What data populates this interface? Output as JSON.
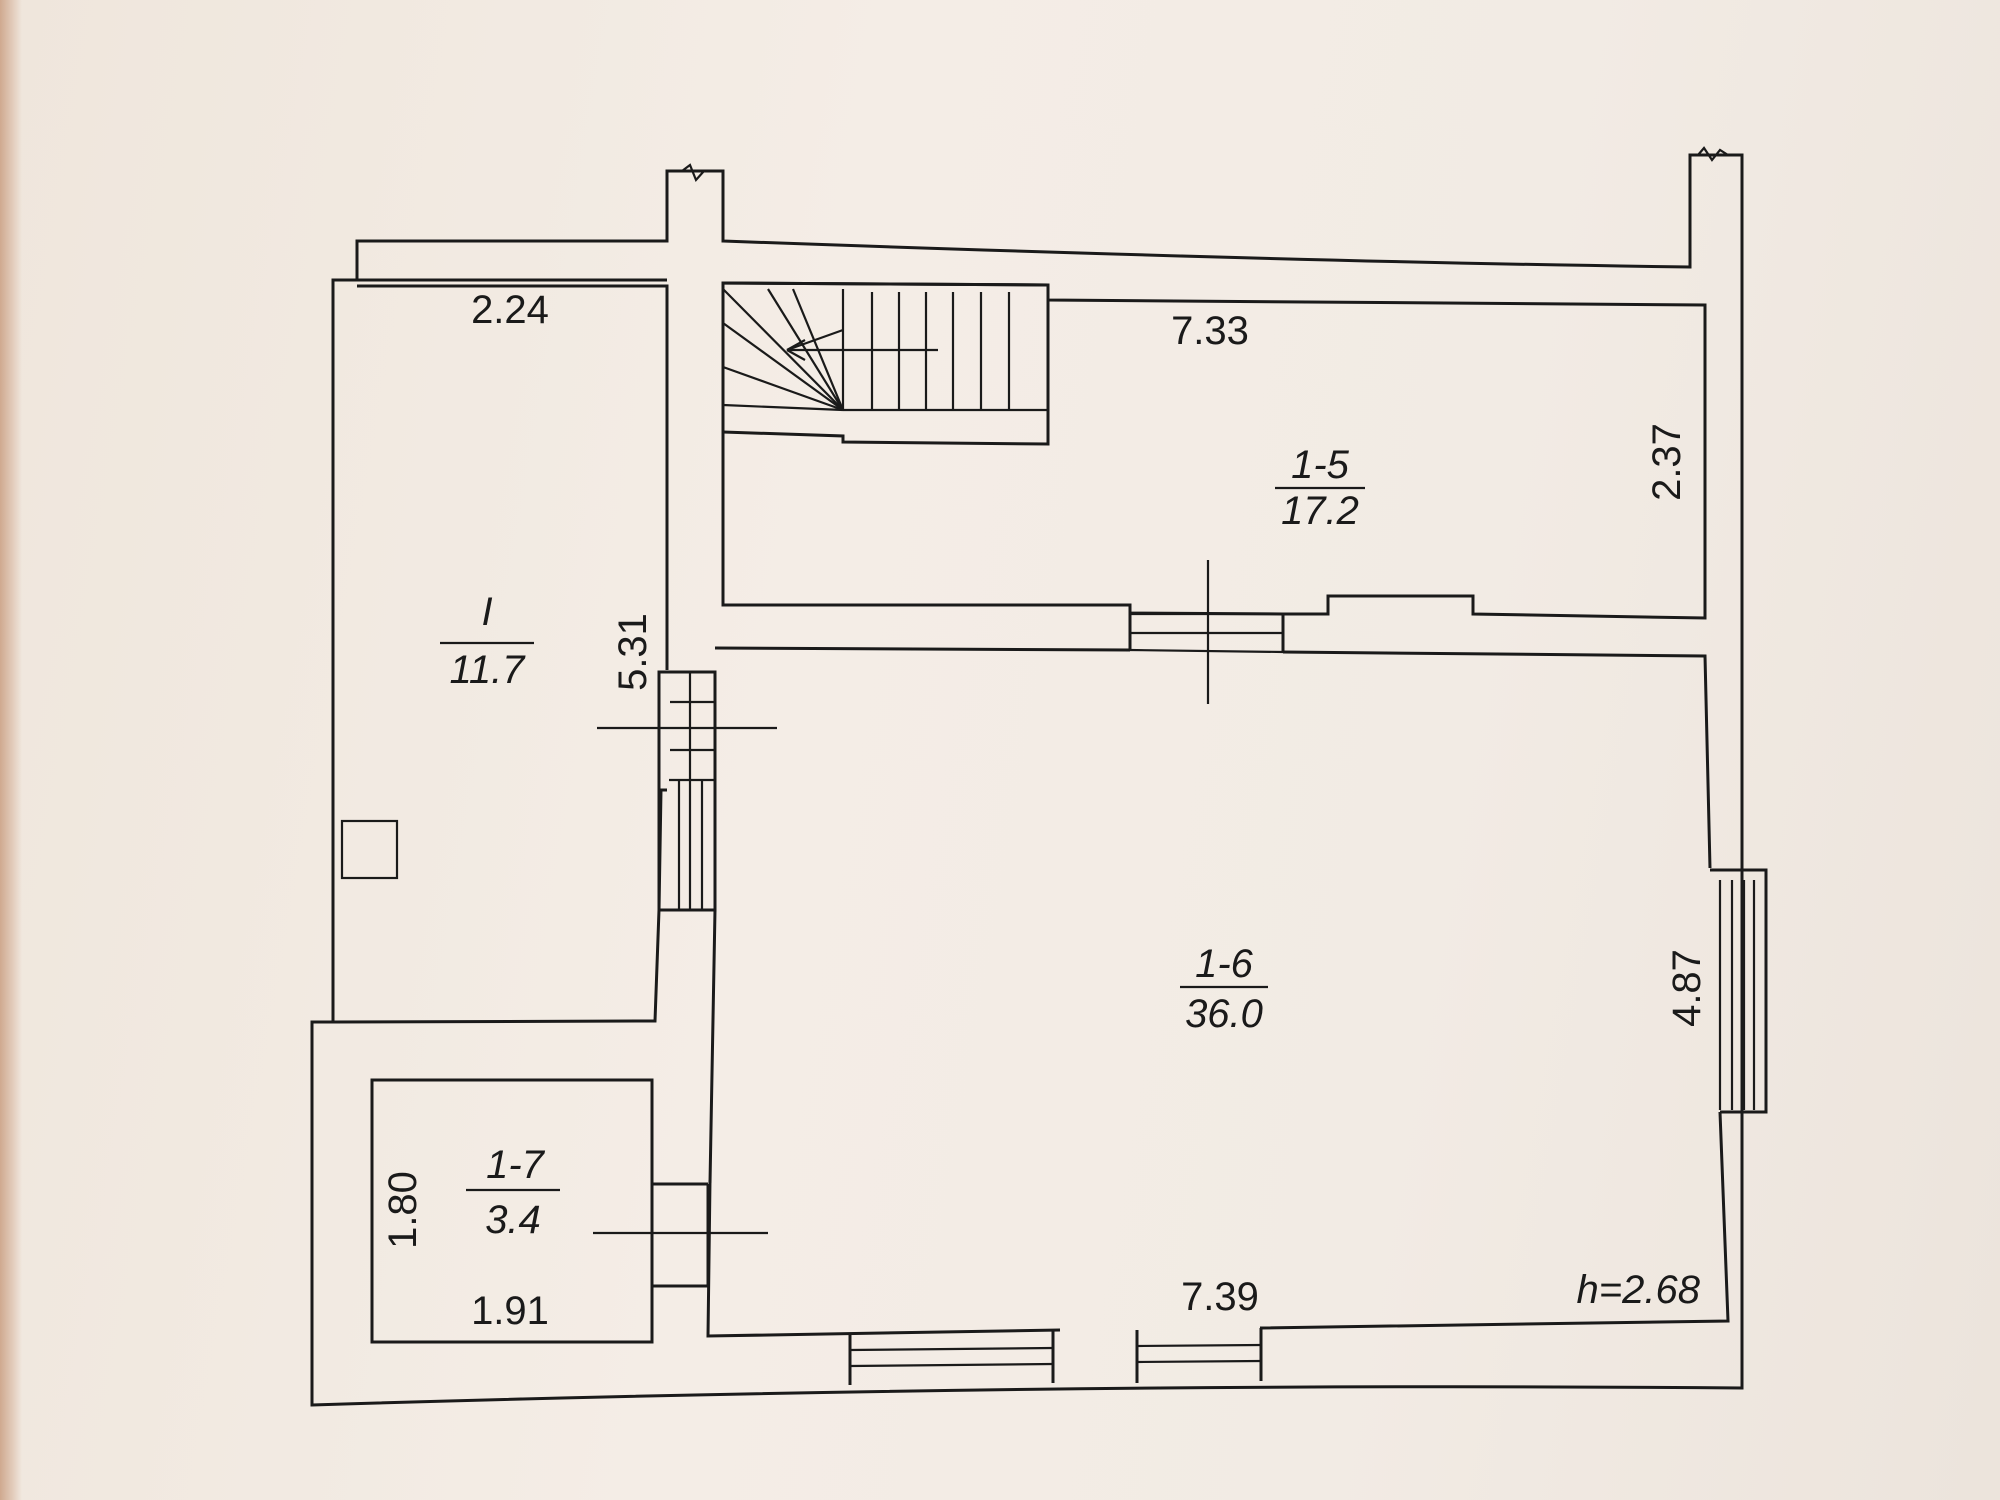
{
  "rooms": {
    "room_i": {
      "number": "I",
      "area": "11.7"
    },
    "room_1_5": {
      "number": "1-5",
      "area": "17.2"
    },
    "room_1_6": {
      "number": "1-6",
      "area": "36.0"
    },
    "room_1_7": {
      "number": "1-7",
      "area": "3.4"
    }
  },
  "dimensions": {
    "room_i_width": "2.24",
    "room_i_length": "5.31",
    "room_1_5_width": "7.33",
    "room_1_5_depth": "2.37",
    "room_1_6_width": "7.39",
    "room_1_6_depth": "4.87",
    "room_1_7_height": "1.80",
    "room_1_7_width": "1.91"
  },
  "ceiling_height": "h=2.68"
}
